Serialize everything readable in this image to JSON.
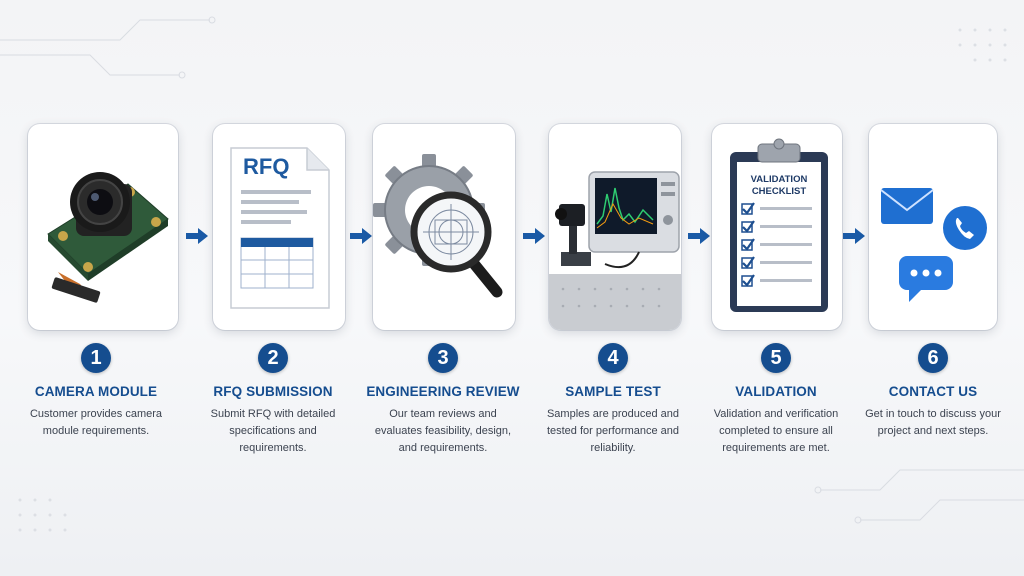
{
  "colors": {
    "accent": "#154d8f",
    "text": "#3c4350",
    "arrow": "#1a5aa6"
  },
  "steps": [
    {
      "number": "1",
      "title": "CAMERA MODULE",
      "description": "Customer provides camera module requirements."
    },
    {
      "number": "2",
      "title": "RFQ SUBMISSION",
      "description": "Submit RFQ with detailed specifications and requirements.",
      "doc_label": "RFQ"
    },
    {
      "number": "3",
      "title": "ENGINEERING REVIEW",
      "description": "Our team reviews and evaluates feasibility, design, and requirements."
    },
    {
      "number": "4",
      "title": "SAMPLE TEST",
      "description": "Samples are produced and tested for performance and reliability."
    },
    {
      "number": "5",
      "title": "VALIDATION",
      "description": "Validation and verification completed to ensure all requirements are met.",
      "checklist_line1": "VALIDATION",
      "checklist_line2": "CHECKLIST"
    },
    {
      "number": "6",
      "title": "CONTACT US",
      "description": "Get in touch to discuss your project and next steps."
    }
  ],
  "icons": [
    "camera-module-icon",
    "rfq-document-icon",
    "gear-magnifier-icon",
    "test-bench-icon",
    "clipboard-checklist-icon",
    "contact-icons"
  ]
}
